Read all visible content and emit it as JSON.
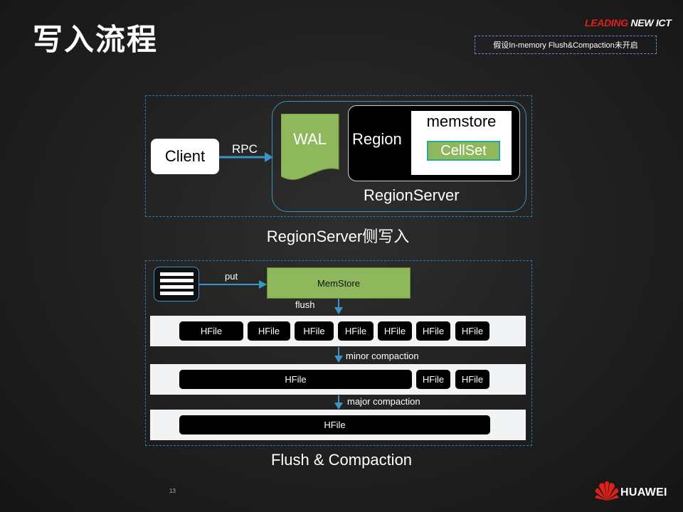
{
  "slide": {
    "title": "写入流程",
    "brand_leading": "LEADING",
    "brand_newict": " NEW ICT",
    "note": "假设In-memory Flush&Compaction未开启",
    "page_number": "13",
    "huawei": "HUAWEI"
  },
  "write_path": {
    "client": "Client",
    "rpc": "RPC",
    "wal": "WAL",
    "region": "Region",
    "memstore": "memstore",
    "cellset": "CellSet",
    "regionserver": "RegionServer",
    "caption": "RegionServer侧写入"
  },
  "flush_compaction": {
    "put": "put",
    "memstore": "MemStore",
    "flush": "flush",
    "minor": "minor compaction",
    "major": "major compaction",
    "hfile": "HFile",
    "caption": "Flush & Compaction"
  },
  "colors": {
    "accent_blue": "#3b93c4",
    "green": "#8fb85c",
    "huawei_red": "#e0201b"
  }
}
